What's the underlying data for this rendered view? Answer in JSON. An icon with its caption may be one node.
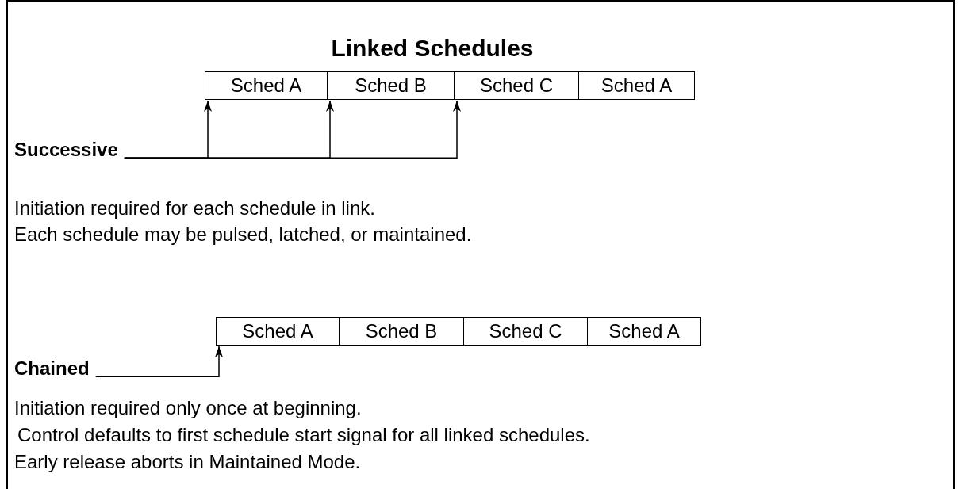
{
  "diagram": {
    "title": "Linked Schedules",
    "nodes": [
      {
        "text": [
          "Sched A"
        ]
      },
      {
        "text": [
          "Sched B"
        ]
      },
      {
        "text": [
          "Sched C"
        ]
      },
      {
        "text": [
          "Sched A"
        ]
      },
      {
        "text": [
          "Successive"
        ]
      },
      {
        "text": [
          "Sched A"
        ]
      },
      {
        "text": [
          "Sched B"
        ]
      },
      {
        "text": [
          "Sched C"
        ]
      },
      {
        "text": [
          "Sched A"
        ]
      },
      {
        "text": [
          "Chained"
        ]
      }
    ],
    "edges": [
      {
        "from": 4,
        "to": 0,
        "arrow": "to"
      },
      {
        "from": 4,
        "to": 1,
        "arrow": "to"
      },
      {
        "from": 4,
        "to": 2,
        "arrow": "to"
      },
      {
        "from": 9,
        "to": 5,
        "arrow": "to"
      }
    ],
    "labels": [
      "Initiation required for each schedule in link.",
      "Each schedule may be pulsed, latched, or maintained.",
      "Initiation required only once at beginning.",
      "Control defaults to first schedule start signal for all linked schedules.",
      "Early release aborts in Maintained Mode."
    ]
  }
}
